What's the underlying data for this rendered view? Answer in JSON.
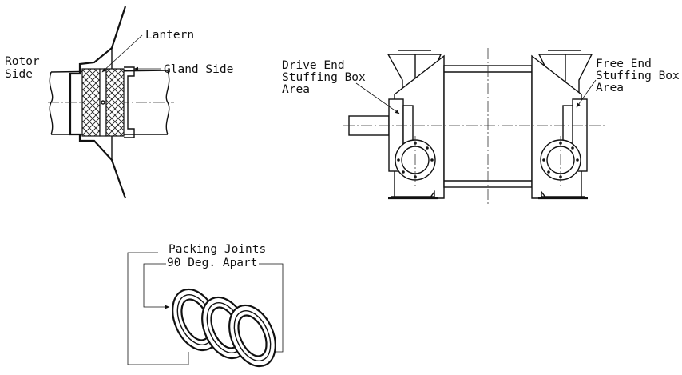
{
  "stuffing_box_section": {
    "rotor_side_label": [
      "Rotor",
      "Side"
    ],
    "lantern_label": "Lantern",
    "gland_side_label": "Gland Side"
  },
  "pump_view": {
    "drive_end_label": [
      "Drive End",
      "Stuffing Box",
      "Area"
    ],
    "free_end_label": [
      "Free End",
      "Stuffing Box",
      "Area"
    ]
  },
  "packing_rings": {
    "joints_label": [
      "Packing Joints",
      "90 Deg. Apart"
    ]
  }
}
